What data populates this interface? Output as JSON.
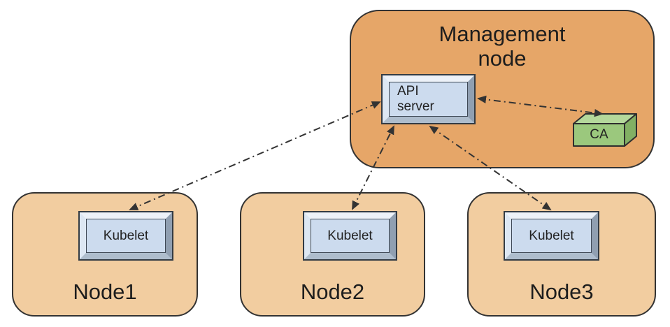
{
  "diagram": {
    "management_node": {
      "label": "Management node",
      "api_server": {
        "label": "API server"
      },
      "ca": {
        "label": "CA"
      }
    },
    "nodes": [
      {
        "label": "Node1",
        "component": "Kubelet"
      },
      {
        "label": "Node2",
        "component": "Kubelet"
      },
      {
        "label": "Node3",
        "component": "Kubelet"
      }
    ],
    "edges": [
      {
        "from": "API server",
        "to": "Kubelet (Node1)",
        "bidirectional": true,
        "style": "dash-dot"
      },
      {
        "from": "API server",
        "to": "Kubelet (Node2)",
        "bidirectional": true,
        "style": "dash-dot"
      },
      {
        "from": "API server",
        "to": "Kubelet (Node3)",
        "bidirectional": true,
        "style": "dash-dot"
      },
      {
        "from": "API server",
        "to": "CA",
        "bidirectional": true,
        "style": "dash-dot"
      }
    ],
    "colors": {
      "management_fill": "#e6a668",
      "node_fill": "#f2cda0",
      "component_face": "#ccdbee",
      "ca_front": "#9bc87d",
      "ca_top": "#b4d89b",
      "ca_side": "#82b064",
      "line": "#333333"
    }
  }
}
